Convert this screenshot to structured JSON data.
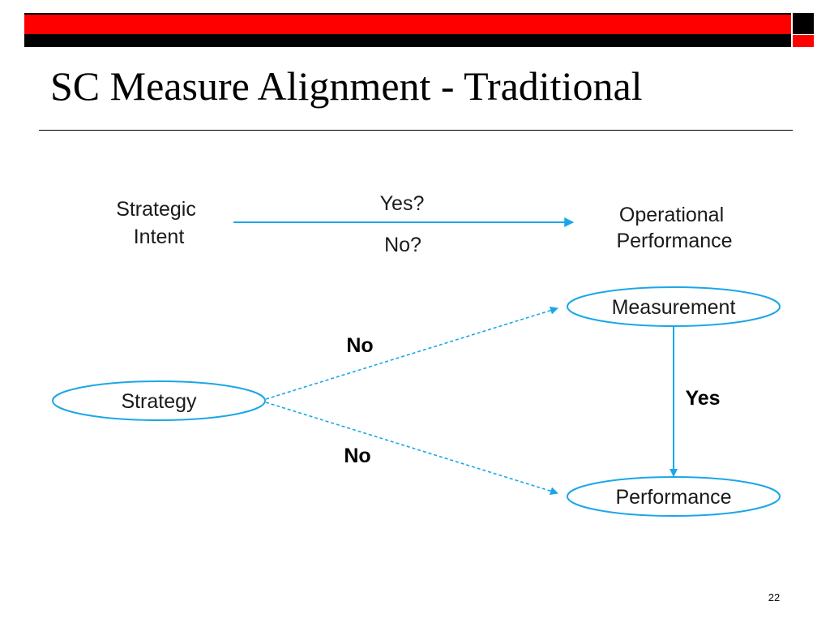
{
  "slide": {
    "title": "SC Measure Alignment - Traditional",
    "page_number": "22"
  },
  "colors": {
    "band_black": "#000000",
    "band_red": "#ff0000",
    "diagram_blue": "#1aa7e8"
  },
  "diagram": {
    "nodes": {
      "strategic_intent": [
        "Strategic",
        "Intent"
      ],
      "operational_performance": [
        "Operational",
        "Performance"
      ],
      "strategy": "Strategy",
      "measurement": "Measurement",
      "performance": "Performance"
    },
    "edges": {
      "intent_to_performance_above": "Yes?",
      "intent_to_performance_below": "No?",
      "strategy_to_measurement": "No",
      "strategy_to_performance": "No",
      "measurement_to_performance": "Yes"
    }
  }
}
